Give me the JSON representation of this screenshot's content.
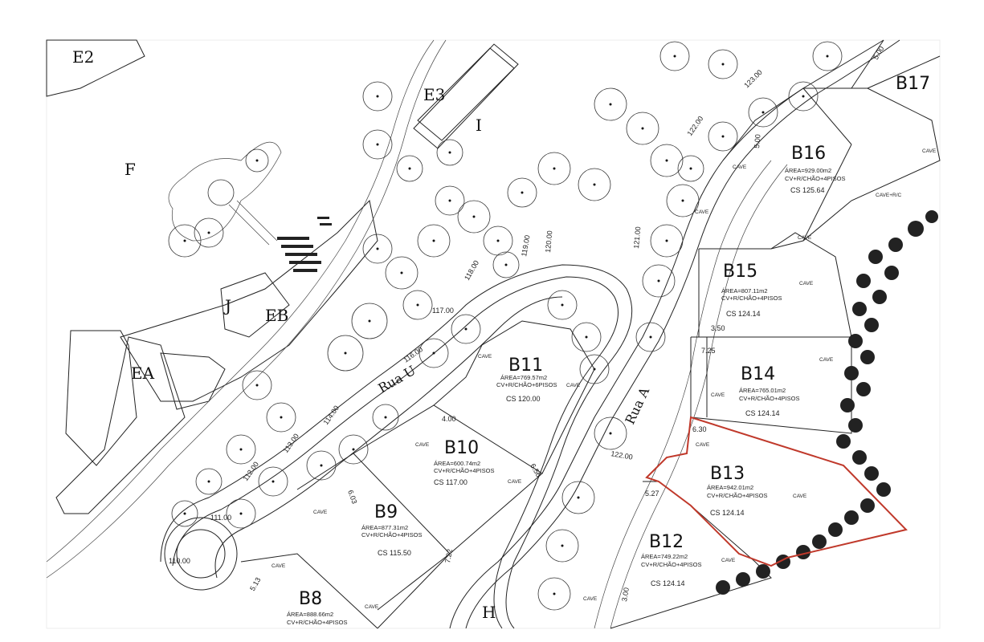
{
  "map": {
    "zones": {
      "E2": "E2",
      "E3": "E3",
      "F": "F",
      "J": "J",
      "EB": "EB",
      "EA": "EA",
      "I": "I",
      "H": "H"
    },
    "roads": {
      "rua_u": "Rua U",
      "rua_a": "Rua A"
    },
    "dimensions": {
      "d_110": "110.00",
      "d_111": "111.00",
      "d_112": "112.00",
      "d_113": "113.00",
      "d_114": "114.00",
      "d_116": "116.00",
      "d_117": "117.00",
      "d_118": "118.00",
      "d_119": "119.00",
      "d_120": "120.00",
      "d_121": "121.00",
      "d_122a": "122.00",
      "d_122b": "122.00",
      "d_123": "123.00",
      "d_350": "3.50",
      "d_725": "7.25",
      "d_630": "6.30",
      "d_527": "5.27",
      "d_300": "3.00",
      "d_500a": "5.00",
      "d_500b": "5.00",
      "d_400": "4.00",
      "d_656": "6.56",
      "d_722": "7.22",
      "d_603": "6.03",
      "d_513": "5.13"
    },
    "cave_label": "CAVE",
    "cave_rc_label": "CAVE+R/C",
    "lots": [
      {
        "id": "B8",
        "area": "ÁREA=888.66m2",
        "use": "CV+R/CHÃO+4PISOS",
        "cs": ""
      },
      {
        "id": "B9",
        "area": "ÁREA=877.31m2",
        "use": "CV+R/CHÃO+4PISOS",
        "cs": "CS 115.50"
      },
      {
        "id": "B10",
        "area": "ÁREA=600.74m2",
        "use": "CV+R/CHÃO+4PISOS",
        "cs": "CS 117.00"
      },
      {
        "id": "B11",
        "area": "ÁREA=769.57m2",
        "use": "CV+R/CHÃO+6PISOS",
        "cs": "CS 120.00"
      },
      {
        "id": "B12",
        "area": "ÁREA=749.22m2",
        "use": "CV+R/CHÃO+4PISOS",
        "cs": "CS 124.14"
      },
      {
        "id": "B13",
        "area": "ÁREA=942.01m2",
        "use": "CV+R/CHÃO+4PISOS",
        "cs": "CS 124.14"
      },
      {
        "id": "B14",
        "area": "ÁREA=765.01m2",
        "use": "CV+R/CHÃO+4PISOS",
        "cs": "CS 124.14"
      },
      {
        "id": "B15",
        "area": "ÁREA=807.11m2",
        "use": "CV+R/CHÃO+4PISOS",
        "cs": "CS 124.14"
      },
      {
        "id": "B16",
        "area": "ÁREA=929.00m2",
        "use": "CV+R/CHÃO+4PISOS",
        "cs": "CS 125.64"
      },
      {
        "id": "B17",
        "area": "",
        "use": "",
        "cs": ""
      }
    ],
    "highlight_color": "#c0392b",
    "line_color": "#222222",
    "background_color": "#ffffff"
  }
}
